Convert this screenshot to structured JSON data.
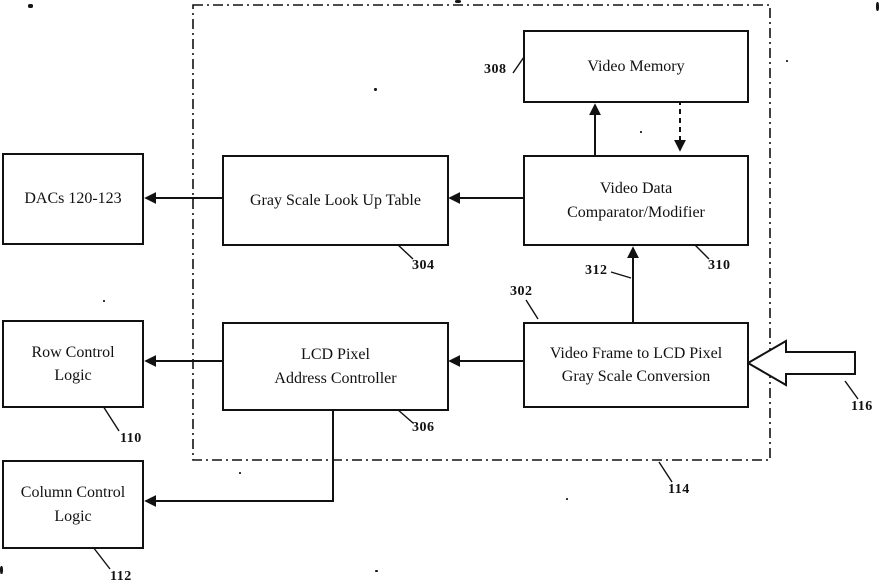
{
  "figure": {
    "background": "#ffffff",
    "ink": "#111111"
  },
  "boxes": {
    "dacs": {
      "lines": [
        "DACs 120-123"
      ]
    },
    "gray_scale_lut": {
      "lines": [
        "Gray Scale Look Up Table"
      ],
      "ref": "304"
    },
    "video_memory": {
      "lines": [
        "Video Memory"
      ],
      "ref": "308"
    },
    "video_data_comparator": {
      "lines": [
        "Video Data",
        "Comparator/Modifier"
      ],
      "ref": "310"
    },
    "lcd_pixel_address": {
      "lines": [
        "LCD Pixel",
        "Address Controller"
      ],
      "ref": "306"
    },
    "video_frame_conversion": {
      "lines": [
        "Video Frame to LCD Pixel",
        "Gray Scale Conversion"
      ],
      "ref": "302"
    },
    "row_control": {
      "lines": [
        "Row Control",
        "Logic"
      ],
      "ref": "110"
    },
    "column_control": {
      "lines": [
        "Column Control",
        "Logic"
      ],
      "ref": "112"
    }
  },
  "refs": {
    "container": "114",
    "input_signal": "116",
    "frame_to_comparator": "312"
  }
}
